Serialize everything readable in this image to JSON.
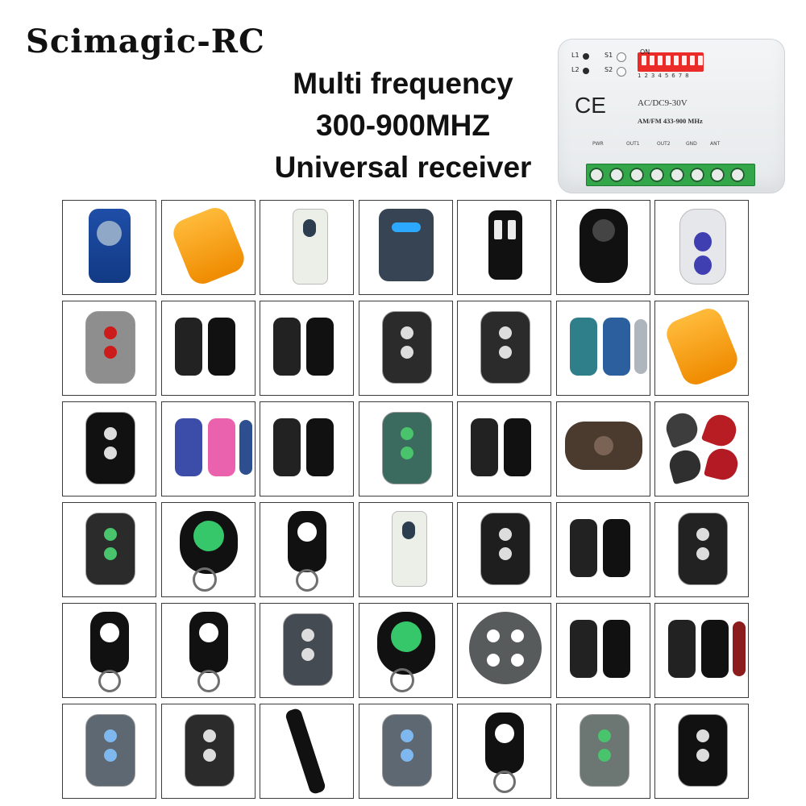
{
  "brand": {
    "logo_text": "Scimagic-RC"
  },
  "headline": {
    "line_1": "Multi frequency",
    "line_2": "300-900MHZ",
    "line_3": "Universal receiver"
  },
  "receiver": {
    "led_labels": [
      "L1",
      "L2"
    ],
    "button_labels": [
      "S1",
      "S2"
    ],
    "switch_numbers": "12345678",
    "switch_state_label": "ON",
    "certification": "CE",
    "voltage": "AC/DC9-30V",
    "frequency": "AM/FM 433-900 MHz",
    "terminal_labels": [
      "PWR",
      "OUT1",
      "OUT2",
      "GND",
      "ANT"
    ]
  },
  "gallery": {
    "rows": 6,
    "columns": 7,
    "items": [
      {
        "icon": "blue-four-button-remote-icon"
      },
      {
        "icon": "orange-transparent-remote-icon"
      },
      {
        "icon": "white-tall-blue-stripe-remote-icon"
      },
      {
        "icon": "dark-blue-remote-icon"
      },
      {
        "icon": "black-four-button-slim-remote-icon"
      },
      {
        "icon": "black-oval-four-button-remote-icon"
      },
      {
        "icon": "white-purple-remote-icon"
      },
      {
        "icon": "grey-red-button-key-remote-icon"
      },
      {
        "icon": "pair-grey-black-remotes-icon"
      },
      {
        "icon": "mixed-blue-white-remotes-icon"
      },
      {
        "icon": "black-round-four-button-remote-icon"
      },
      {
        "icon": "white-grey-curved-remote-icon"
      },
      {
        "icon": "teal-blue-small-remotes-icon"
      },
      {
        "icon": "orange-black-remote-icon"
      },
      {
        "icon": "black-rounded-remote-icon"
      },
      {
        "icon": "three-color-remotes-icon"
      },
      {
        "icon": "pair-white-black-remotes-icon"
      },
      {
        "icon": "transparent-green-board-remote-icon"
      },
      {
        "icon": "pair-black-chevron-remotes-icon"
      },
      {
        "icon": "brown-keychain-remote-icon"
      },
      {
        "icon": "red-black-heart-remotes-icon"
      },
      {
        "icon": "black-green-three-button-remote-icon"
      },
      {
        "icon": "green-round-keyring-remote-icon"
      },
      {
        "icon": "black-three-button-keyring-remote-icon"
      },
      {
        "icon": "grey-white-tall-remote-icon"
      },
      {
        "icon": "black-sliding-remote-icon"
      },
      {
        "icon": "white-blue-pair-remotes-icon"
      },
      {
        "icon": "black-gold-remote-icon"
      },
      {
        "icon": "white-blue-keyring-remote-icon"
      },
      {
        "icon": "black-white-slim-keyring-remote-icon"
      },
      {
        "icon": "grey-black-oval-remote-icon"
      },
      {
        "icon": "green-keyring-four-button-remote-icon"
      },
      {
        "icon": "grey-round-white-button-remote-icon"
      },
      {
        "icon": "black-green-pair-remotes-icon"
      },
      {
        "icon": "multiple-color-remotes-icon"
      },
      {
        "icon": "blue-grey-four-button-remote-icon"
      },
      {
        "icon": "dark-grey-four-button-remote-icon"
      },
      {
        "icon": "red-black-stick-remote-icon"
      },
      {
        "icon": "grey-blue-two-button-remote-icon"
      },
      {
        "icon": "black-keyring-small-remote-icon"
      },
      {
        "icon": "grey-green-two-button-remote-icon"
      },
      {
        "icon": "black-white-four-button-remote-icon"
      }
    ]
  },
  "colors": {
    "background": "#ffffff",
    "text_dark": "#111111",
    "receiver_body": "#ebedf0",
    "receiver_switch": "#ea2b28",
    "receiver_terminal": "#33a64a",
    "grid_border": "#3a3a3a"
  }
}
